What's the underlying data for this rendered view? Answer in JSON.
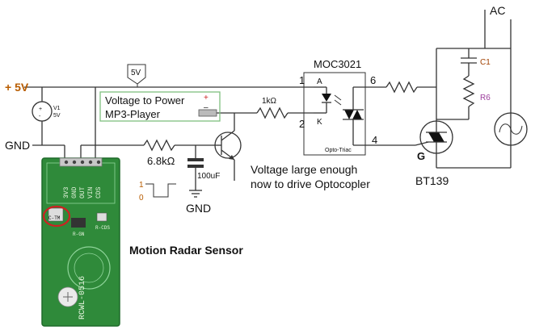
{
  "labels": {
    "ac": "AC",
    "moc": "MOC3021",
    "plus5v": "+ 5V",
    "tag5v": "5V",
    "power_line1": "Voltage to Power",
    "power_line2": "MP3-Player",
    "plus_sign": "+",
    "minus_sign": "–",
    "r1k": "1kΩ",
    "pin1": "1",
    "pin2": "2",
    "pin4": "4",
    "pin6": "6",
    "pinA": "A",
    "pinK": "K",
    "opto_triac": "Opto-Triac",
    "c1": "C1",
    "r6": "R6",
    "gnd_left": "GND",
    "v1_name": "V1",
    "v1_val": "5V",
    "r68k": "6.8kΩ",
    "cap100": "100uF",
    "gate": "G",
    "bt139": "BT139",
    "note_line1": "Voltage large enough",
    "note_line2": "now to drive Optocopler",
    "pulse_high": "1",
    "pulse_low": "0",
    "gnd_bottom": "GND",
    "sensor_title": "Motion Radar Sensor"
  },
  "pcb": {
    "pins": [
      "3V3",
      "GND",
      "OUT",
      "VIN",
      "CDS"
    ],
    "board_name": "RCWL-0516",
    "mark_c_tm": "C-TM",
    "mark_r_gn": "R-GN",
    "mark_r_cds": "R-CDS"
  },
  "colors": {
    "pcb_green": "#2f8a3a",
    "pcb_dark": "#1f6a2a",
    "annot_red": "#cc2222",
    "box_green": "#7fbf7f",
    "c1_label": "#a04000",
    "r6_label": "#9b3d9b"
  }
}
